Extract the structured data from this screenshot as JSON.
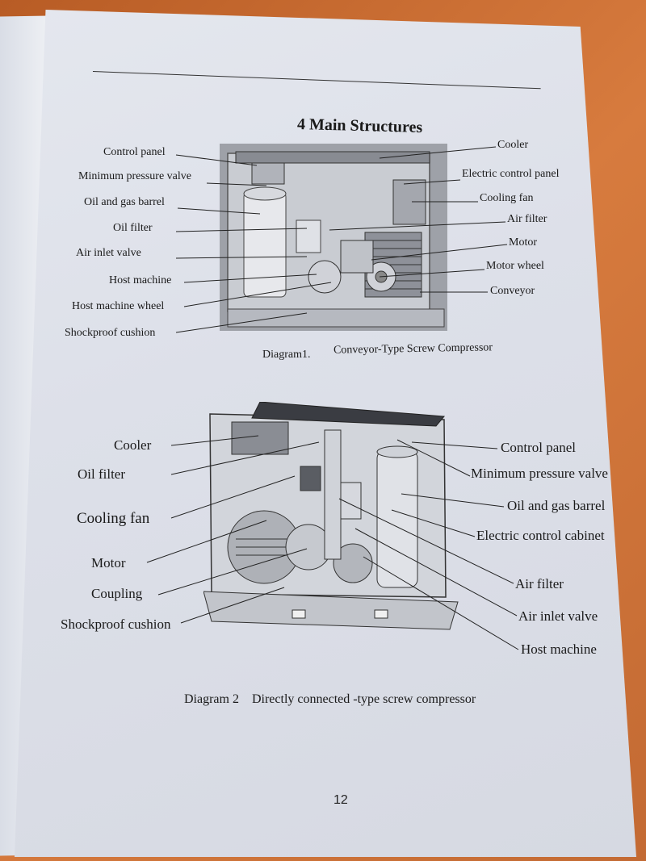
{
  "page": {
    "title": "4 Main Structures",
    "page_number": "12"
  },
  "diagram1": {
    "caption_num": "Diagram1.",
    "caption_text": "Conveyor-Type Screw Compressor",
    "left_labels": [
      "Control panel",
      "Minimum pressure valve",
      "Oil and gas barrel",
      "Oil filter",
      "Air inlet valve",
      "Host machine",
      "Host machine wheel",
      "Shockproof cushion"
    ],
    "right_labels": [
      "Cooler",
      "Electric control panel",
      "Cooling fan",
      "Air filter",
      "Motor",
      "Motor wheel",
      "Conveyor"
    ]
  },
  "diagram2": {
    "caption": "Diagram 2    Directly connected -type screw compressor",
    "left_labels": [
      "Cooler",
      "Oil filter",
      "Cooling fan",
      "Motor",
      "Coupling",
      "Shockproof cushion"
    ],
    "right_labels": [
      "Control panel",
      "Minimum pressure valve",
      "Oil and gas barrel",
      "Electric control cabinet",
      "Air filter",
      "Air inlet valve",
      "Host machine"
    ]
  }
}
